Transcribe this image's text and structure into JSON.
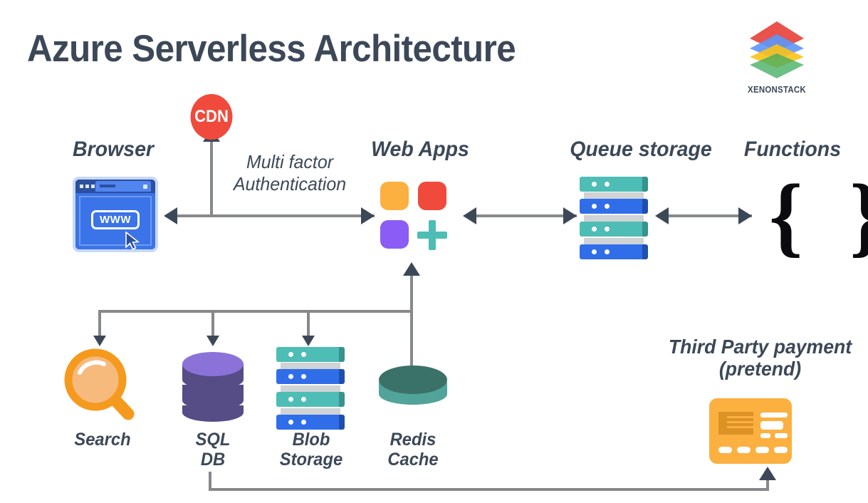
{
  "diagram": {
    "title": "Azure Serverless Architecture",
    "background": "#ffffff",
    "text_color": "#3c4858",
    "connector_color": "#86888c",
    "arrowhead_color": "#3c4858"
  },
  "brand": {
    "name": "XENONSTACK",
    "mark": "stacked-layers-logo",
    "layer_colors": [
      "#e8453c",
      "#4f8ef7",
      "#fbbc05",
      "#34a853"
    ]
  },
  "annotations": [
    {
      "id": "mfa",
      "text": "Multi factor\nAuthentication"
    }
  ],
  "nodes": [
    {
      "id": "browser",
      "label": "Browser",
      "icon": "browser-window-icon",
      "row": "top",
      "color": "#3b73e8",
      "screen_text": "WWW"
    },
    {
      "id": "cdn",
      "label": "CDN",
      "icon": "cdn-circle-icon",
      "row": "top",
      "color": "#ef4a3c"
    },
    {
      "id": "web-apps",
      "label": "Web Apps",
      "icon": "web-apps-grid-icon",
      "row": "top",
      "tile_colors": [
        "#fbb040",
        "#ef4a3c",
        "#8b5cf6",
        "#4dbdb5"
      ]
    },
    {
      "id": "queue-storage",
      "label": "Queue storage",
      "icon": "server-stack-icon",
      "row": "top",
      "bar_colors": [
        "#4dbdb5",
        "#2f6ee8",
        "#4dbdb5",
        "#2f6ee8"
      ]
    },
    {
      "id": "functions",
      "label": "Functions",
      "icon": "curly-braces-icon",
      "row": "top",
      "glyph": "{ }"
    },
    {
      "id": "search",
      "label": "Search",
      "icon": "magnifier-icon",
      "row": "bottom",
      "color": "#f59a1e"
    },
    {
      "id": "sql-db",
      "label": "SQL\nDB",
      "icon": "database-cylinder-icon",
      "row": "bottom",
      "colors": [
        "#8b72d9",
        "#564c86"
      ]
    },
    {
      "id": "blob-storage",
      "label": "Blob\nStorage",
      "icon": "server-stack-icon",
      "row": "bottom",
      "bar_colors": [
        "#4dbdb5",
        "#2f6ee8",
        "#4dbdb5",
        "#2f6ee8"
      ]
    },
    {
      "id": "redis-cache",
      "label": "Redis\nCache",
      "icon": "cache-cylinder-icon",
      "row": "bottom",
      "colors": [
        "#3a7168",
        "#52a39a"
      ]
    },
    {
      "id": "third-party-payment",
      "label": "Third Party payment\n(pretend)",
      "icon": "payment-card-icon",
      "row": "bottom",
      "color": "#fbb040"
    }
  ],
  "edges": [
    {
      "from": "browser",
      "to": "web-apps",
      "direction": "bidirectional",
      "note": "Multi factor\nAuthentication"
    },
    {
      "from": "browser-link",
      "to": "cdn",
      "direction": "up"
    },
    {
      "from": "web-apps",
      "to": "queue-storage",
      "direction": "bidirectional"
    },
    {
      "from": "queue-storage",
      "to": "functions",
      "direction": "bidirectional"
    },
    {
      "from": "web-apps",
      "to": "search",
      "direction": "down"
    },
    {
      "from": "web-apps",
      "to": "sql-db",
      "direction": "down"
    },
    {
      "from": "web-apps",
      "to": "blob-storage",
      "direction": "down"
    },
    {
      "from": "web-apps",
      "to": "redis-cache",
      "direction": "bidirectional"
    },
    {
      "from": "sql-db",
      "to": "third-party-payment",
      "direction": "up"
    }
  ]
}
